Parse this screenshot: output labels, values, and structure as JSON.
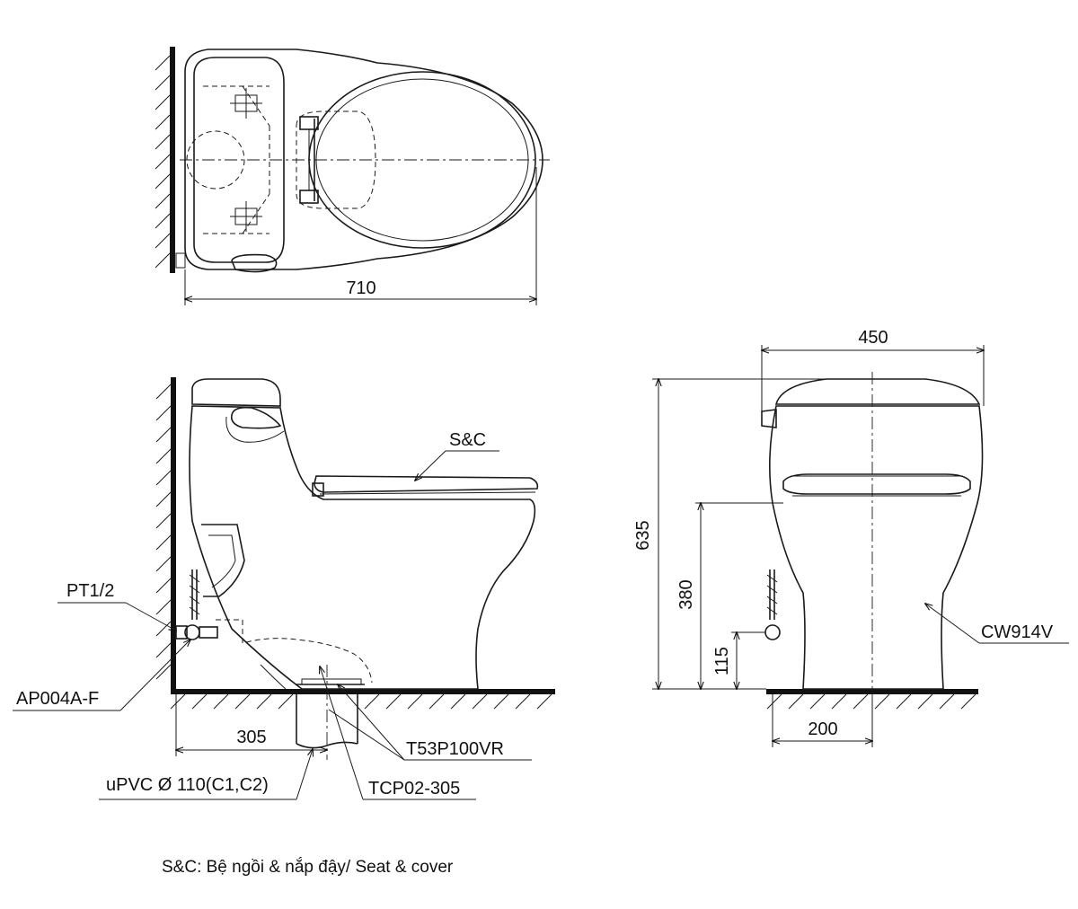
{
  "top_view": {
    "width_dim": "710"
  },
  "side_view": {
    "seat_label": "S&C",
    "supply_label": "PT1/2",
    "valve_label": "AP004A-F",
    "offset_dim": "305",
    "flange_label": "T53P100VR",
    "pipe_label": "uPVC Ø 110(C1,C2)",
    "adapter_label": "TCP02-305"
  },
  "front_view": {
    "width_dim": "450",
    "height_dim": "635",
    "seat_height_dim": "380",
    "supply_height_dim": "115",
    "supply_offset_dim": "200",
    "model_label": "CW914V"
  },
  "legend": {
    "text": "S&C: Bệ ngồi & nắp đậy/ Seat & cover"
  }
}
